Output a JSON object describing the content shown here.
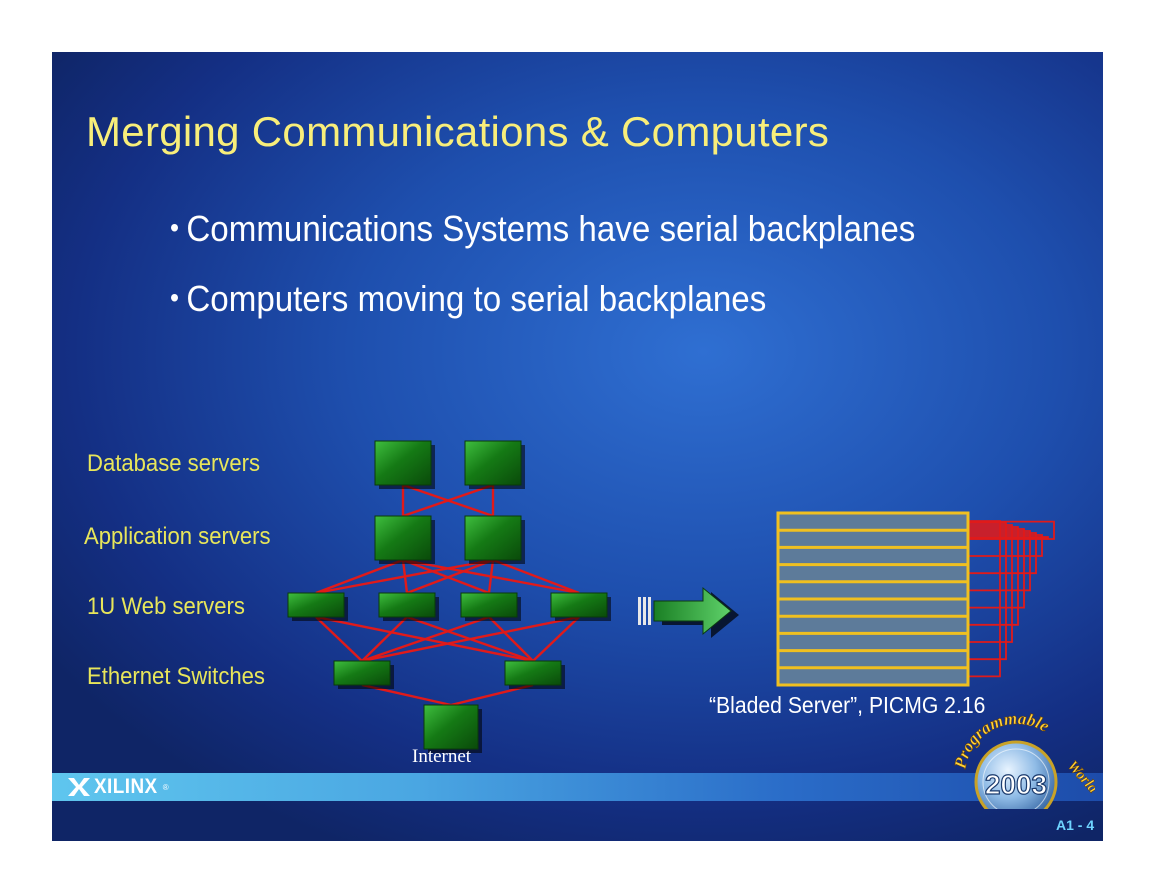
{
  "slide": {
    "title": "Merging Communications & Computers",
    "bullets": [
      "Communications Systems have serial backplanes",
      "Computers moving to serial backplanes"
    ],
    "bullet_glyph": "•"
  },
  "diagram": {
    "tier_labels": [
      "Database servers",
      "Application servers",
      "1U Web servers",
      "Ethernet Switches"
    ],
    "internet_label": "Internet",
    "bladed_label": "“Bladed Server”,  PICMG 2.16",
    "blade_count": 10,
    "colors": {
      "server_fill": "#157a15",
      "server_highlight": "#3fbf3f",
      "link": "#e01a1a",
      "chassis_frame": "#f0c020",
      "blade_fill": "#5d7b9a",
      "arrow": "#2fa83a"
    }
  },
  "footer": {
    "logo_text": "XILINX",
    "logo_registered": "®",
    "event_logo": {
      "name": "Programmable World",
      "top_text": "Programmable",
      "side_text": "World",
      "year": "2003"
    },
    "slide_number": "A1 - 4"
  }
}
